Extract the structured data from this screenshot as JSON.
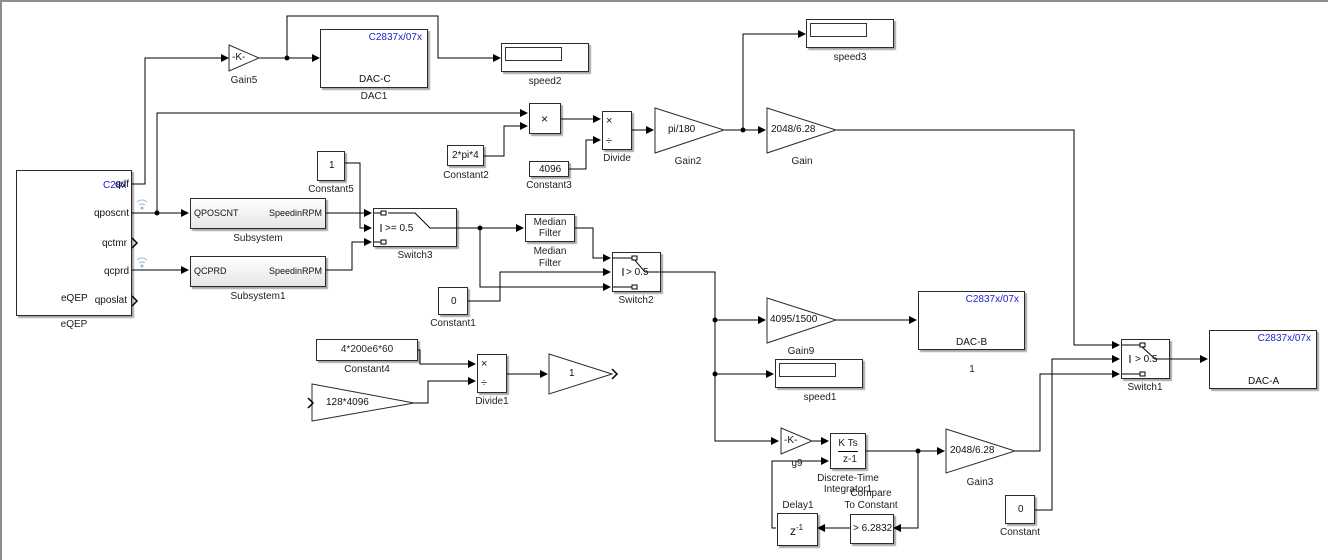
{
  "blocks": {
    "eqep": {
      "name": "eQEP",
      "inner_label": "eQEP",
      "target": "C28x",
      "ports": [
        "qdf",
        "qposcnt",
        "qctmr",
        "qcprd",
        "qposlat"
      ]
    },
    "gain5": {
      "name": "Gain5",
      "value": "-K-"
    },
    "dac1": {
      "name": "DAC1",
      "target": "C2837x/07x",
      "channel": "DAC-C"
    },
    "speed2": {
      "name": "speed2"
    },
    "speed3": {
      "name": "speed3"
    },
    "speed1": {
      "name": "speed1"
    },
    "product": {
      "symbol": "×"
    },
    "constant2": {
      "name": "Constant2",
      "value": "2*pi*4"
    },
    "constant3": {
      "name": "Constant3",
      "value": "4096"
    },
    "divide": {
      "name": "Divide",
      "ops": [
        "×",
        "÷"
      ]
    },
    "gain2": {
      "name": "Gain2",
      "value": "pi/180"
    },
    "gain": {
      "name": "Gain",
      "value": "2048/6.28"
    },
    "constant5": {
      "name": "Constant5",
      "value": "1"
    },
    "subsystem": {
      "name": "Subsystem",
      "in": "QPOSCNT",
      "out": "SpeedinRPM"
    },
    "subsystem1": {
      "name": "Subsystem1",
      "in": "QCPRD",
      "out": "SpeedinRPM"
    },
    "switch3": {
      "name": "Switch3",
      "criteria": ">= 0.5"
    },
    "median": {
      "name": "Median\nFilter",
      "line1": "Median",
      "line2": "Filter",
      "label1": "Median",
      "label2": "Filter"
    },
    "switch2": {
      "name": "Switch2",
      "criteria": "> 0.5"
    },
    "constant1": {
      "name": "Constant1",
      "value": "0"
    },
    "constant4": {
      "name": "Constant4",
      "value": "4*200e6*60"
    },
    "gain_in": {
      "value": "128*4096"
    },
    "divide1": {
      "name": "Divide1",
      "ops": [
        "×",
        "÷"
      ]
    },
    "gain_out": {
      "value": "1"
    },
    "gain9": {
      "name": "Gain9",
      "value": "4095/1500"
    },
    "dacb": {
      "target": "C2837x/07x",
      "channel": "DAC-B",
      "name": "1"
    },
    "g9": {
      "name": "g9",
      "value": "-K-"
    },
    "integrator": {
      "name1": "Discrete-Time",
      "name2": "Integrator1",
      "num": "K Ts",
      "den": "z-1"
    },
    "compare": {
      "name1": "Compare",
      "name2": "To Constant",
      "value": "> 6.2832"
    },
    "delay1": {
      "name": "Delay1",
      "value": "z",
      "exp": "-1"
    },
    "gain3": {
      "name": "Gain3",
      "value": "2048/6.28"
    },
    "constant": {
      "name": "Constant",
      "value": "0"
    },
    "switch1": {
      "name": "Switch1",
      "criteria": "> 0.5"
    },
    "daca": {
      "target": "C2837x/07x",
      "channel": "DAC-A"
    }
  }
}
